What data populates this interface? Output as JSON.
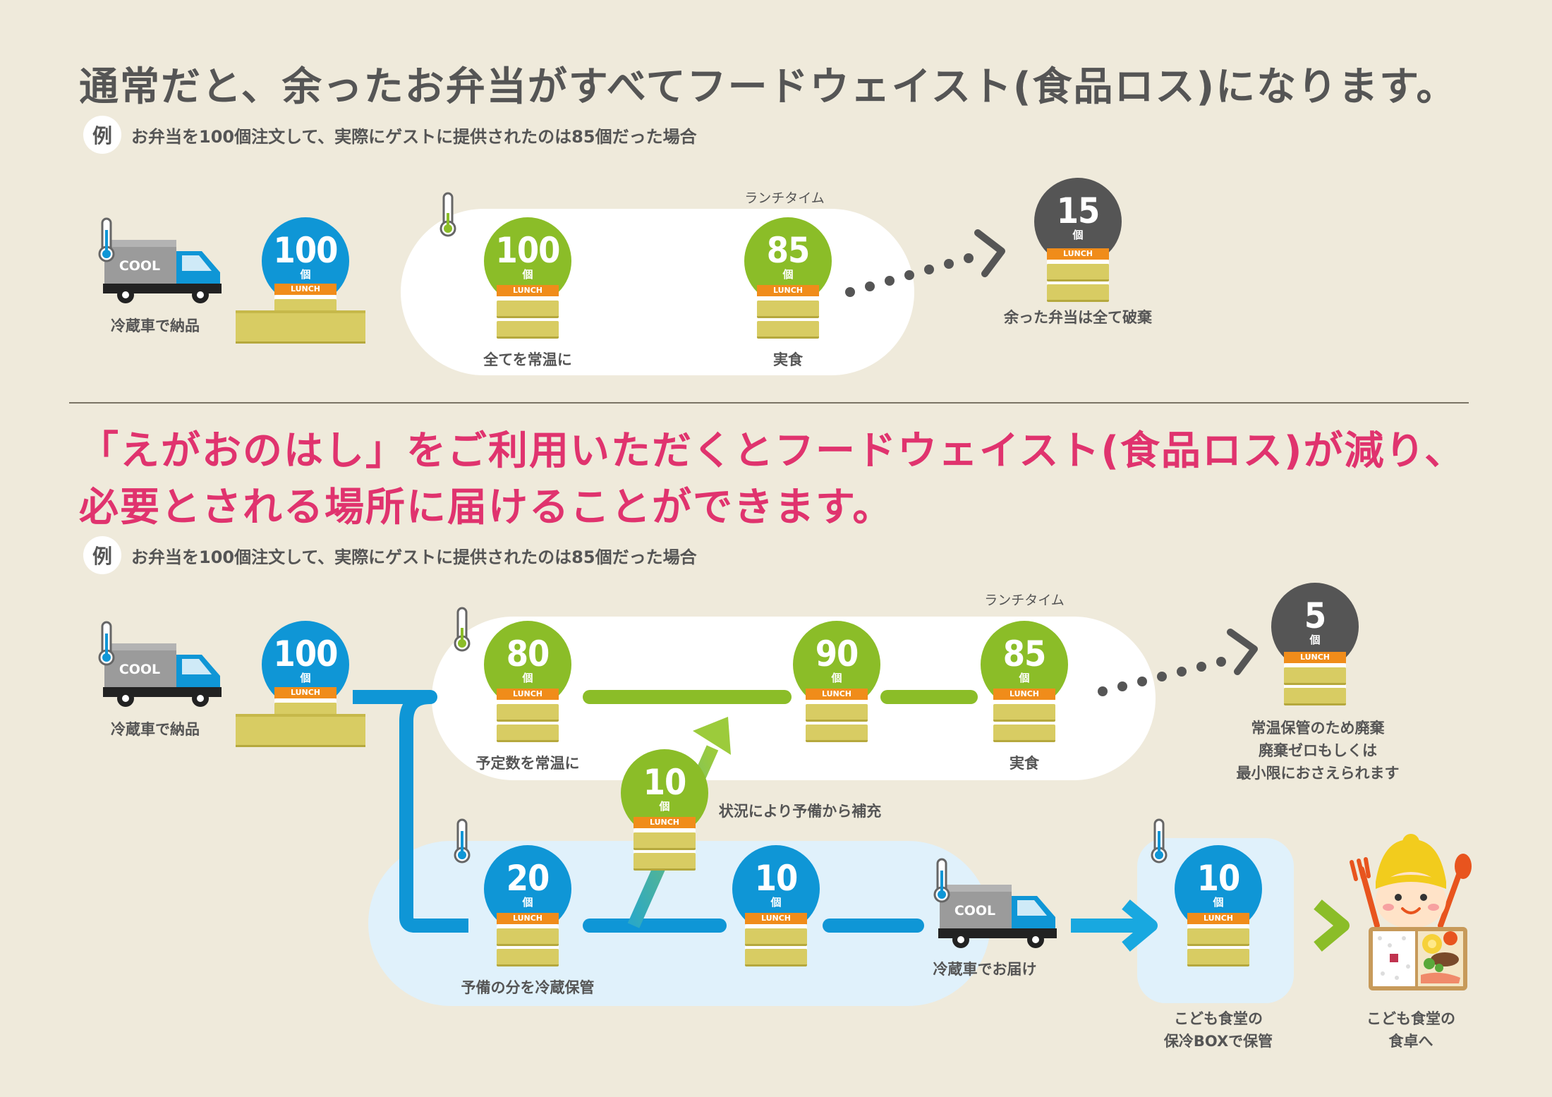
{
  "top": {
    "headline": "通常だと、余ったお弁当がすべてフードウェイスト(食品ロス)になります。",
    "example_badge": "例",
    "example_text": "お弁当を100個注文して、実際にゲストに提供されたのは85個だった場合",
    "lunch_time": "ランチタイム",
    "delivery_label": "冷蔵車で納品",
    "room_temp_label": "全てを常温に",
    "eaten_label": "実食",
    "discard_label": "余った弁当は全て破棄",
    "bubbles": [
      {
        "value": "100",
        "unit": "個"
      },
      {
        "value": "100",
        "unit": "個"
      },
      {
        "value": "85",
        "unit": "個"
      },
      {
        "value": "15",
        "unit": "個"
      }
    ]
  },
  "bottom": {
    "headline_line1": "「えがおのはし」をご利用いただくとフードウェイスト(食品ロス)が減り、",
    "headline_line2": "必要とされる場所に届けることができます。",
    "example_badge": "例",
    "example_text": "お弁当を100個注文して、実際にゲストに提供されたのは85個だった場合",
    "lunch_time": "ランチタイム",
    "delivery_label": "冷蔵車で納品",
    "room_temp_label": "予定数を常温に",
    "eaten_label": "実食",
    "result_line1": "常温保管のため廃棄",
    "result_line2": "廃棄ゼロもしくは",
    "result_line3": "最小限におさえられます",
    "replenish_label": "状況により予備から補充",
    "cold_storage_label": "予備の分を冷蔵保管",
    "cold_delivery_label": "冷蔵車でお届け",
    "kids_box_line1": "こども食堂の",
    "kids_box_line2": "保冷BOXで保管",
    "kids_table_line1": "こども食堂の",
    "kids_table_line2": "食卓へ",
    "bubbles": [
      {
        "value": "100",
        "unit": "個"
      },
      {
        "value": "80",
        "unit": "個"
      },
      {
        "value": "90",
        "unit": "個"
      },
      {
        "value": "85",
        "unit": "個"
      },
      {
        "value": "5",
        "unit": "個"
      },
      {
        "value": "10",
        "unit": "個"
      },
      {
        "value": "20",
        "unit": "個"
      },
      {
        "value": "10",
        "unit": "個"
      },
      {
        "value": "10",
        "unit": "個"
      }
    ]
  },
  "common": {
    "lunch_band": "LUNCH",
    "cool_text": "COOL"
  },
  "colors": {
    "blue": "#0f96d6",
    "green": "#8bbd28",
    "dark": "#555555",
    "pink": "#e0336e",
    "orange": "#f08c1a"
  }
}
